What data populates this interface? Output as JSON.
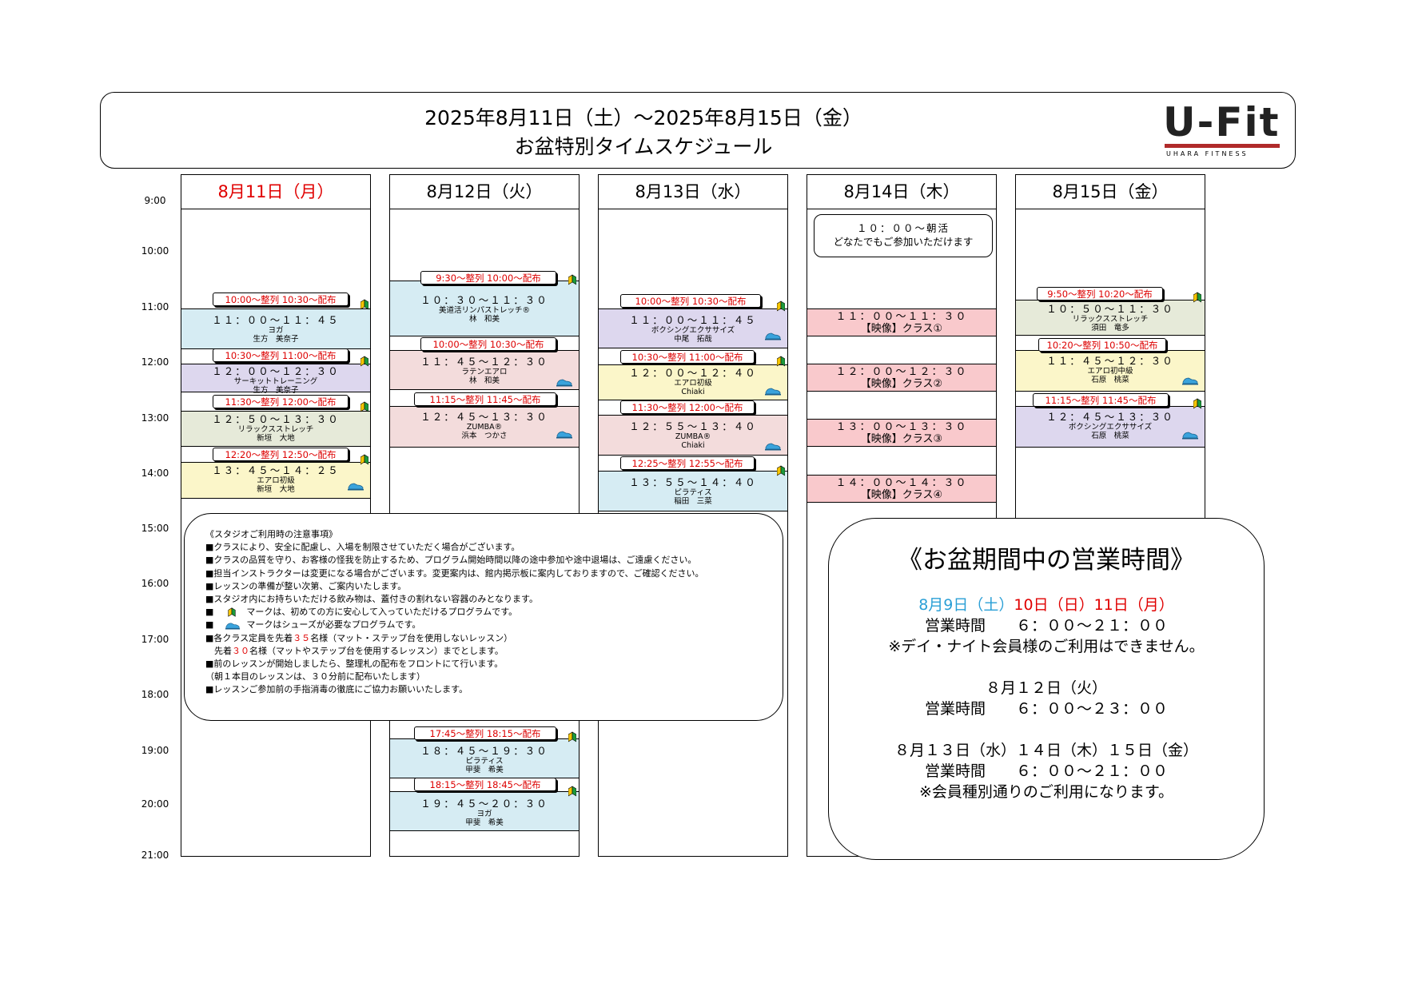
{
  "header": {
    "title1": "2025年8月11日（土）〜2025年8月15日（金）",
    "title2": "お盆特別タイムスケジュール"
  },
  "logo": {
    "main": "U-Fit",
    "sub": "UHARA FITNESS",
    "accent": "#b02a2a"
  },
  "time_labels": [
    "9:00",
    "10:00",
    "11:00",
    "12:00",
    "13:00",
    "14:00",
    "15:00",
    "16:00",
    "17:00",
    "18:00",
    "19:00",
    "20:00",
    "21:00"
  ],
  "days": [
    {
      "label": "8月11日（月）",
      "color": "#e00000"
    },
    {
      "label": "8月12日（火）",
      "color": "#000000"
    },
    {
      "label": "8月13日（水）",
      "color": "#000000"
    },
    {
      "label": "8月14日（木）",
      "color": "#000000"
    },
    {
      "label": "8月15日（金）",
      "color": "#000000"
    }
  ],
  "classes": {
    "d1c1": {
      "time": "１１：００〜１１：４５",
      "name": "ヨガ",
      "teacher": "生方　美奈子",
      "tag": "10:00〜整列 10:30〜配布"
    },
    "d1c2": {
      "time": "１２：００〜１２：３０",
      "name": "サーキットトレーニング",
      "teacher": "生方　美奈子",
      "tag": "10:30〜整列 11:00〜配布"
    },
    "d1c3": {
      "time": "１２：５０〜１３：３０",
      "name": "リラックスストレッチ",
      "teacher": "新垣　大地",
      "tag": "11:30〜整列 12:00〜配布"
    },
    "d1c4": {
      "time": "１３：４５〜１４：２５",
      "name": "エアロ初級",
      "teacher": "新垣　大地",
      "tag": "12:20〜整列 12:50〜配布"
    },
    "d2c1": {
      "time": "１０：３０〜１１：３０",
      "name": "美道活リンパストレッチ®",
      "teacher": "林　和美",
      "tag": "9:30〜整列 10:00〜配布"
    },
    "d2c2": {
      "time": "１１：４５〜１２：３０",
      "name": "ラテンエアロ",
      "teacher": "林　和美",
      "tag": "10:00〜整列 10:30〜配布"
    },
    "d2c3": {
      "time": "１２：４５〜１３：３０",
      "name": "ZUMBA®",
      "teacher": "浜本　つかさ",
      "tag": "11:15〜整列 11:45〜配布"
    },
    "d2c4": {
      "time": "１８：４５〜１９：３０",
      "name": "ピラティス",
      "teacher": "甲斐　希美",
      "tag": "17:45〜整列 18:15〜配布"
    },
    "d2c5": {
      "time": "１９：４５〜２０：３０",
      "name": "ヨガ",
      "teacher": "甲斐　希美",
      "tag": "18:15〜整列 18:45〜配布"
    },
    "d3c1": {
      "time": "１１：００〜１１：４５",
      "name": "ボクシングエクササイズ",
      "teacher": "中尾　拓哉",
      "tag": "10:00〜整列 10:30〜配布"
    },
    "d3c2": {
      "time": "１２：００〜１２：４０",
      "name": "エアロ初級",
      "teacher": "Chiaki",
      "tag": "10:30〜整列 11:00〜配布"
    },
    "d3c3": {
      "time": "１２：５５〜１３：４０",
      "name": "ZUMBA®",
      "teacher": "Chiaki",
      "tag": "11:30〜整列 12:00〜配布"
    },
    "d3c4": {
      "time": "１３：５５〜１４：４０",
      "name": "ピラティス",
      "teacher": "稲田　三菜",
      "tag": "12:25〜整列 12:55〜配布"
    },
    "d5c1": {
      "time": "１０：５０〜１１：３０",
      "name": "リラックスストレッチ",
      "teacher": "須田　竜多",
      "tag": "9:50〜整列 10:20〜配布"
    },
    "d5c2": {
      "time": "１１：４５〜１２：３０",
      "name": "エアロ初中級",
      "teacher": "石原　桃菜",
      "tag": "10:20〜整列 10:50〜配布"
    },
    "d5c3": {
      "time": "１２：４５〜１３：３０",
      "name": "ボクシングエクササイズ",
      "teacher": "石原　桃菜",
      "tag": "11:15〜整列 11:45〜配布"
    }
  },
  "day4": {
    "note_line1": "１０：００〜朝活",
    "note_line2": "どなたでもご参加いただけます",
    "videos": [
      {
        "time": "１１：００〜１１：３０",
        "label": "【映像】クラス①"
      },
      {
        "time": "１２：００〜１２：３０",
        "label": "【映像】クラス②"
      },
      {
        "time": "１３：００〜１３：３０",
        "label": "【映像】クラス③"
      },
      {
        "time": "１４：００〜１４：３０",
        "label": "【映像】クラス④"
      }
    ]
  },
  "notes": {
    "title": "《スタジオご利用時の注意事項》",
    "l1": "■クラスにより、安全に配慮し、入場を制限させていただく場合がございます。",
    "l2": "■クラスの品質を守り、お客様の怪我を防止するため、プログラム開始時間以降の途中参加や途中退場は、ご遠慮ください。",
    "l3": "■担当インストラクターは変更になる場合がございます。変更案内は、館内掲示板に案内しておりますので、ご確認ください。",
    "l4": "■レッスンの準備が整い次第、ご案内いたします。",
    "l5": "■スタジオ内にお持ちいただける飲み物は、蓋付きの割れない容器のみとなります。",
    "l6a": "■",
    "l6b": "マークは、初めての方に安心して入っていただけるプログラムです。",
    "l7a": "■",
    "l7b": "マークはシューズが必要なプログラムです。",
    "l8a": "■各クラス定員を先着",
    "l8n": "３５",
    "l8b": "名様（マット・ステップ台を使用しないレッスン）",
    "l9a": "　先着",
    "l9n": "３０",
    "l9b": "名様（マットやステップ台を使用するレッスン）までとします。",
    "l10": "■前のレッスンが開始しましたら、整理札の配布をフロントにて行います。",
    "l11": "（朝１本目のレッスンは、３０分前に配布いたします）",
    "l12": "■レッスンご参加前の手指消毒の徹底にご協力お願いいたします。"
  },
  "hours": {
    "title": "《お盆期間中の営業時間》",
    "d1a": "8月9日（土）",
    "d1b": "10日（日）",
    "d1c": "11日（月）",
    "h1": "営業時間　　６：００〜２１：００",
    "n1": "※デイ・ナイト会員様のご利用はできません。",
    "d2": "８月１２日（火）",
    "h2": "営業時間　　６：００〜２３：００",
    "d3": "８月１３日（水）１４日（木）１５日（金）",
    "h3": "営業時間　　６：００〜２１：００",
    "n3": "※会員種別通りのご利用になります。",
    "sat_color": "#2a9fd6",
    "red_color": "#e00000"
  },
  "colors": {
    "yoga_blue": "#d6ecf3",
    "purple": "#ddd7ee",
    "pink": "#f3dcdc",
    "yellow": "#fbf6c9",
    "green": "#e6ead9",
    "video_pink": "#f9c9cc",
    "tag_red": "#dd0000"
  }
}
